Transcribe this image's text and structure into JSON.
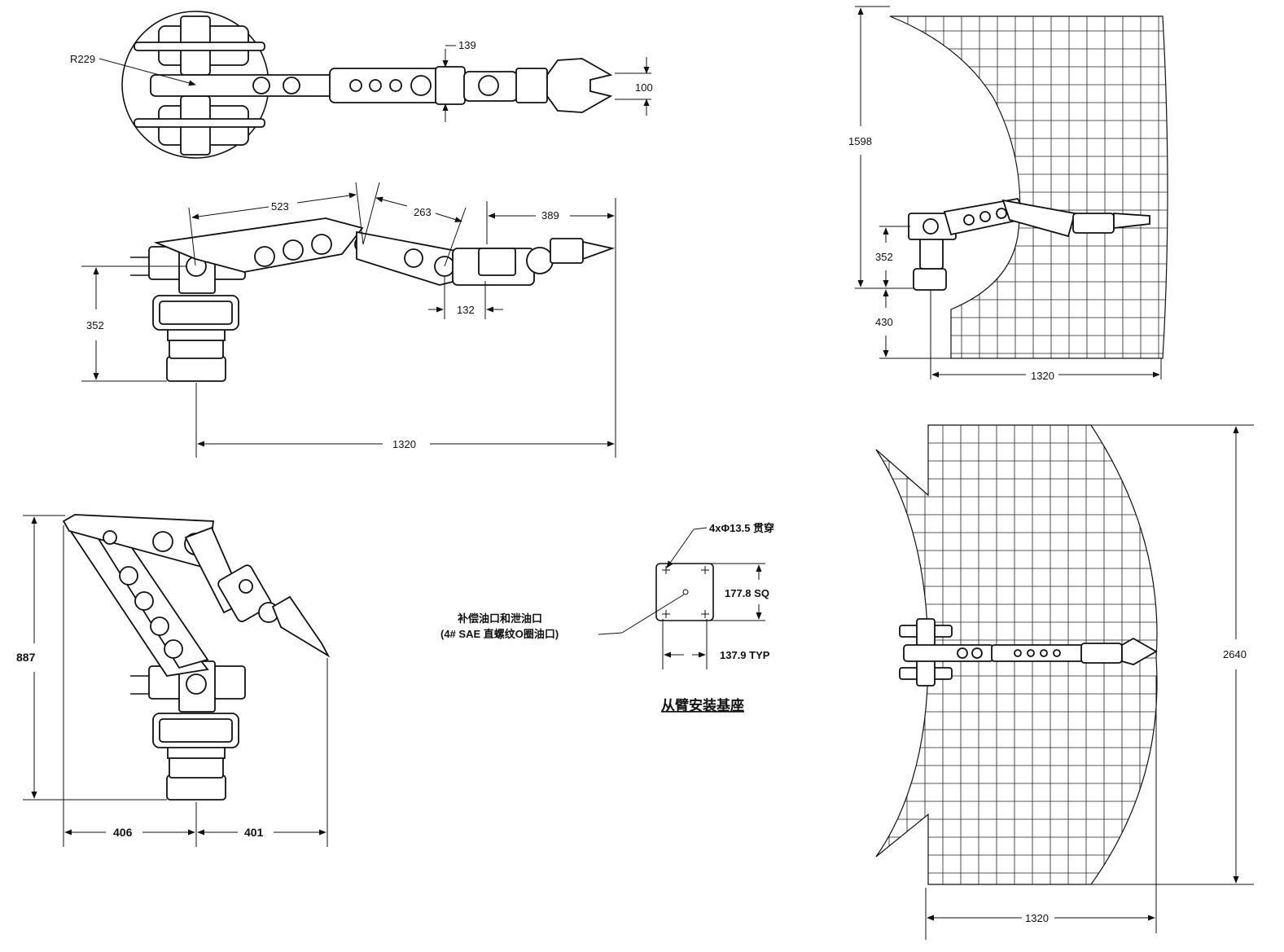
{
  "colors": {
    "ink": "#111111",
    "background": "#ffffff",
    "grid": "#222222"
  },
  "top_view": {
    "radius_label": "R229",
    "width_139": "139",
    "width_100": "100"
  },
  "side_view": {
    "link1": "523",
    "link2": "263",
    "gripper": "389",
    "base_height": "352",
    "wrist": "132",
    "reach": "1320"
  },
  "folded_view": {
    "height": "887",
    "left": "406",
    "right": "401"
  },
  "mount": {
    "holes_label": "4xΦ13.5 贯穿",
    "square_label": "177.8 SQ",
    "typ_label": "137.9 TYP",
    "port_line1": "补偿油口和泄油口",
    "port_line2": "(4# SAE 直螺纹O圈油口)",
    "title": "从臂安装基座"
  },
  "envelope_side": {
    "height_upper": "1598",
    "height_shoulder": "352",
    "height_lower": "430",
    "reach": "1320"
  },
  "envelope_top": {
    "width": "2640",
    "reach": "1320"
  }
}
